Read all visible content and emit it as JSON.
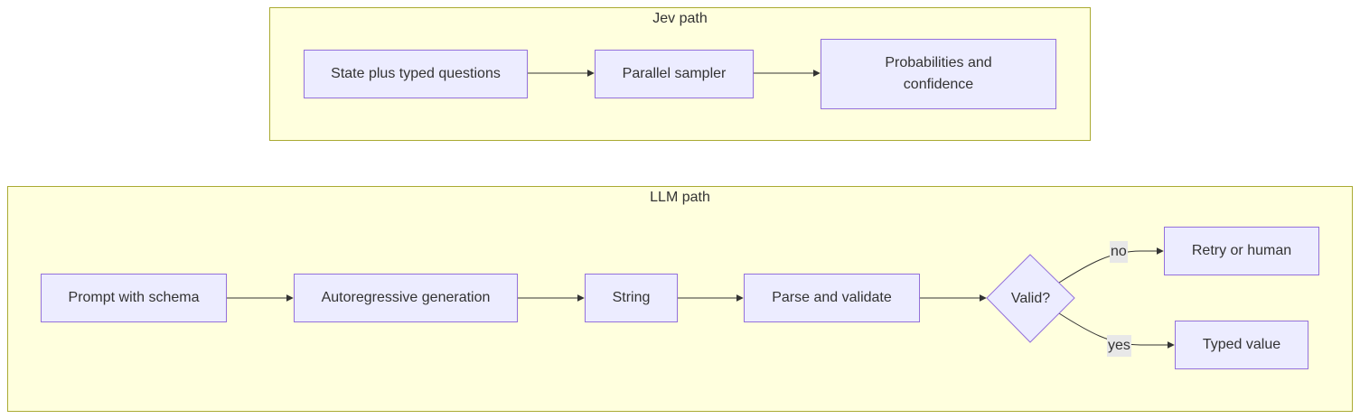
{
  "clusters": {
    "jev": {
      "title": "Jev path"
    },
    "llm": {
      "title": "LLM path"
    }
  },
  "nodes": {
    "state": "State plus typed questions",
    "sampler": "Parallel sampler",
    "probabilities": "Probabilities and confidence",
    "prompt": "Prompt with schema",
    "autoregressive": "Autoregressive generation",
    "string": "String",
    "parse": "Parse and validate",
    "valid": "Valid?",
    "retry": "Retry or human",
    "typed": "Typed value"
  },
  "edges": {
    "no": "no",
    "yes": "yes"
  },
  "colors": {
    "cluster_fill": "#ffffde",
    "cluster_border": "#aaaa33",
    "node_fill": "#ececff",
    "node_border": "#9370db",
    "edge": "#333333",
    "edge_label_bg": "#e8e8e8"
  }
}
